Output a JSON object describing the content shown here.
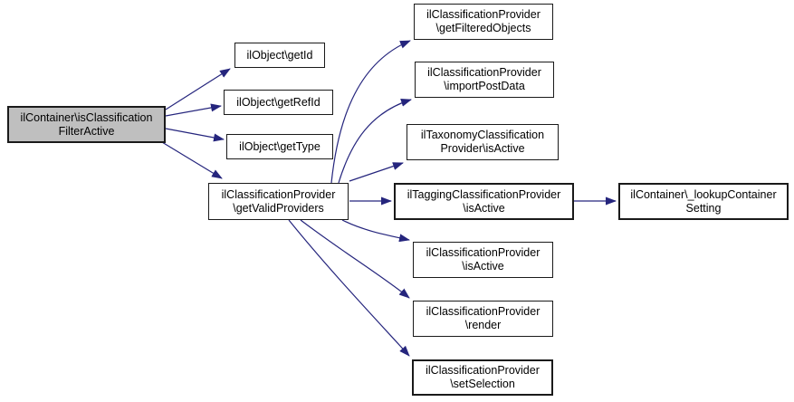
{
  "diagram": {
    "type": "call-graph",
    "colors": {
      "background": "#ffffff",
      "edge": "#25257d",
      "node_fill": "#ffffff",
      "node_border": "#1a1a1a",
      "focus_fill": "#bfbfbf"
    },
    "nodes": {
      "focus": {
        "lines": [
          "ilContainer\\isClassification",
          "FilterActive"
        ]
      },
      "getId": {
        "lines": [
          "ilObject\\getId"
        ]
      },
      "getRefId": {
        "lines": [
          "ilObject\\getRefId"
        ]
      },
      "getType": {
        "lines": [
          "ilObject\\getType"
        ]
      },
      "getValidProviders": {
        "lines": [
          "ilClassificationProvider",
          "\\getValidProviders"
        ]
      },
      "getFilteredObjects": {
        "lines": [
          "ilClassificationProvider",
          "\\getFilteredObjects"
        ]
      },
      "importPostData": {
        "lines": [
          "ilClassificationProvider",
          "\\importPostData"
        ]
      },
      "taxonomyIsActive": {
        "lines": [
          "ilTaxonomyClassification",
          "Provider\\isActive"
        ]
      },
      "taggingIsActive": {
        "lines": [
          "ilTaggingClassificationProvider",
          "\\isActive"
        ]
      },
      "providerIsActive": {
        "lines": [
          "ilClassificationProvider",
          "\\isActive"
        ]
      },
      "render": {
        "lines": [
          "ilClassificationProvider",
          "\\render"
        ]
      },
      "setSelection": {
        "lines": [
          "ilClassificationProvider",
          "\\setSelection"
        ]
      },
      "lookupContainerSetting": {
        "lines": [
          "ilContainer\\_lookupContainer",
          "Setting"
        ]
      }
    },
    "edges": [
      {
        "from": "focus",
        "to": "getId"
      },
      {
        "from": "focus",
        "to": "getRefId"
      },
      {
        "from": "focus",
        "to": "getType"
      },
      {
        "from": "focus",
        "to": "getValidProviders"
      },
      {
        "from": "getValidProviders",
        "to": "getFilteredObjects"
      },
      {
        "from": "getValidProviders",
        "to": "importPostData"
      },
      {
        "from": "getValidProviders",
        "to": "taxonomyIsActive"
      },
      {
        "from": "getValidProviders",
        "to": "taggingIsActive"
      },
      {
        "from": "getValidProviders",
        "to": "providerIsActive"
      },
      {
        "from": "getValidProviders",
        "to": "render"
      },
      {
        "from": "getValidProviders",
        "to": "setSelection"
      },
      {
        "from": "taggingIsActive",
        "to": "lookupContainerSetting"
      }
    ]
  }
}
